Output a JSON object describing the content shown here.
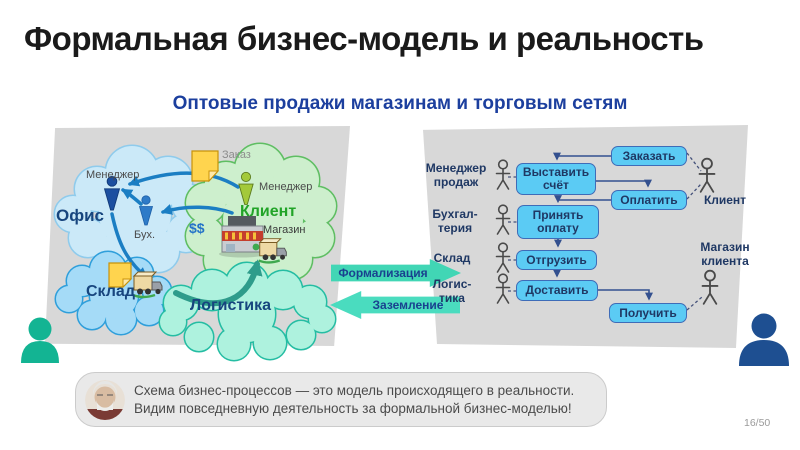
{
  "slide": {
    "title": "Формальная бизнес-модель и реальность",
    "subtitle": "Оптовые продажи магазинам и торговым сетям",
    "page": "16/50"
  },
  "left_panel": {
    "clouds": {
      "office": {
        "label": "Офис"
      },
      "client": {
        "label": "Клиент"
      },
      "warehouse": {
        "label": "Склад"
      },
      "logistics": {
        "label": "Логистика"
      }
    },
    "labels": {
      "office_manager": "Менеджер",
      "accountant": "Бух.",
      "order_note": "Заказ",
      "client_manager": "Менеджер",
      "money": "$$",
      "shop": "Магазин"
    }
  },
  "transfer": {
    "formalization": "Формализация",
    "grounding": "Заземление"
  },
  "right_panel": {
    "roles": [
      {
        "label": "Менеджер\nпродаж"
      },
      {
        "label": "Бухгал-\nтерия"
      },
      {
        "label": "Склад"
      },
      {
        "label": "Логис-\nтика"
      }
    ],
    "actors": {
      "client": "Клиент",
      "client_store": "Магазин\nклиента"
    },
    "steps": {
      "order": "Заказать",
      "invoice": "Выставить\nсчёт",
      "pay": "Оплатить",
      "accept_payment": "Принять\nоплату",
      "ship": "Отгрузить",
      "deliver": "Доставить",
      "receive": "Получить"
    }
  },
  "callout": {
    "line1": "Схема бизнес-процессов — это модель происходящего в реальности.",
    "line2": "Видим повседневную деятельность за формальной бизнес-моделью!"
  },
  "colors": {
    "subtitle_blue": "#1C3F9E",
    "panel_gray": "#D8D8D8",
    "step_fill": "#5BCBF4",
    "step_border": "#3E6CB8",
    "step_text": "#1F3864",
    "arrow_teal": "#41D6B5",
    "flow_blue": "#1B7EC3",
    "flow_green": "#2E9C8B",
    "client_green": "#22A428",
    "cloud_office": "#CBE9F8",
    "cloud_client": "#CDEFCD",
    "cloud_warehouse": "#A5DBF7",
    "cloud_logistics": "#AEF2DE",
    "note_yellow": "#FFD44E",
    "silhouette_teal": "#13B493",
    "silhouette_navy": "#1E4F91"
  }
}
